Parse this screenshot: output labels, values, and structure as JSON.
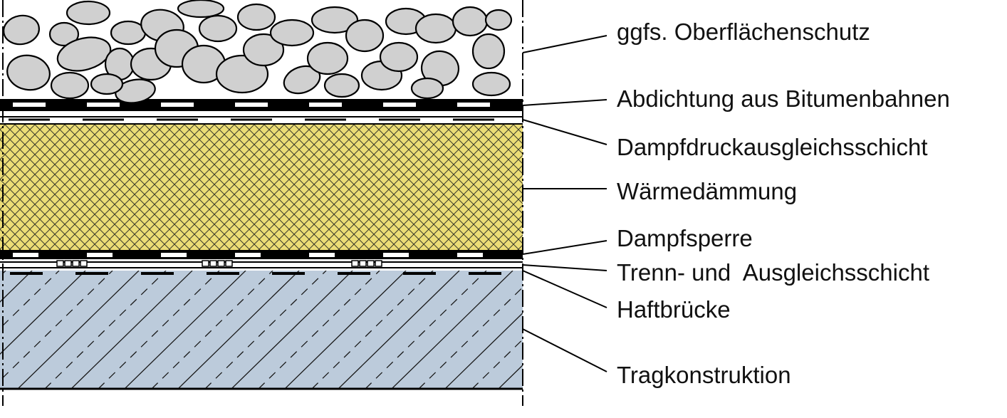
{
  "diagram": {
    "layers": [
      {
        "id": "oberflaechenschutz",
        "label": "ggfs. Oberflächenschutz",
        "fill": "#d0d0d0"
      },
      {
        "id": "abdichtung",
        "label": "Abdichtung aus Bitumenbahnen",
        "fill": "#000000"
      },
      {
        "id": "dampfdruckausgleich",
        "label": "Dampfdruckausgleichsschicht",
        "fill": "#ffffff"
      },
      {
        "id": "waermedaemmung",
        "label": "Wärmedämmung",
        "fill": "#ecdd76"
      },
      {
        "id": "dampfsperre",
        "label": "Dampfsperre",
        "fill": "#000000"
      },
      {
        "id": "trennschicht",
        "label": "Trenn- und  Ausgleichsschicht",
        "fill": "#ffffff"
      },
      {
        "id": "haftbruecke",
        "label": "Haftbrücke",
        "fill": "#000000"
      },
      {
        "id": "tragkonstruktion",
        "label": "Tragkonstruktion",
        "fill": "#bccbdb"
      }
    ]
  }
}
